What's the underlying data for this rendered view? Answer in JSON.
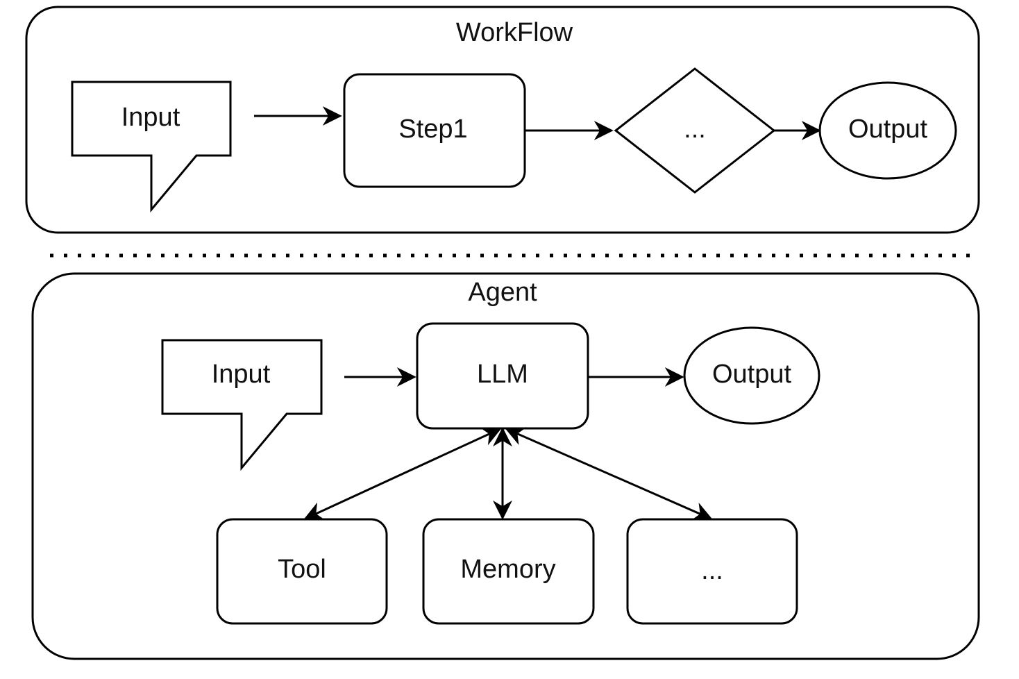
{
  "workflow": {
    "title": "WorkFlow",
    "nodes": {
      "input": "Input",
      "step1": "Step1",
      "decision": "...",
      "output": "Output"
    }
  },
  "agent": {
    "title": "Agent",
    "nodes": {
      "input": "Input",
      "llm": "LLM",
      "output": "Output",
      "tool": "Tool",
      "memory": "Memory",
      "more": "..."
    }
  },
  "colors": {
    "stroke": "#000000",
    "background": "#ffffff"
  }
}
